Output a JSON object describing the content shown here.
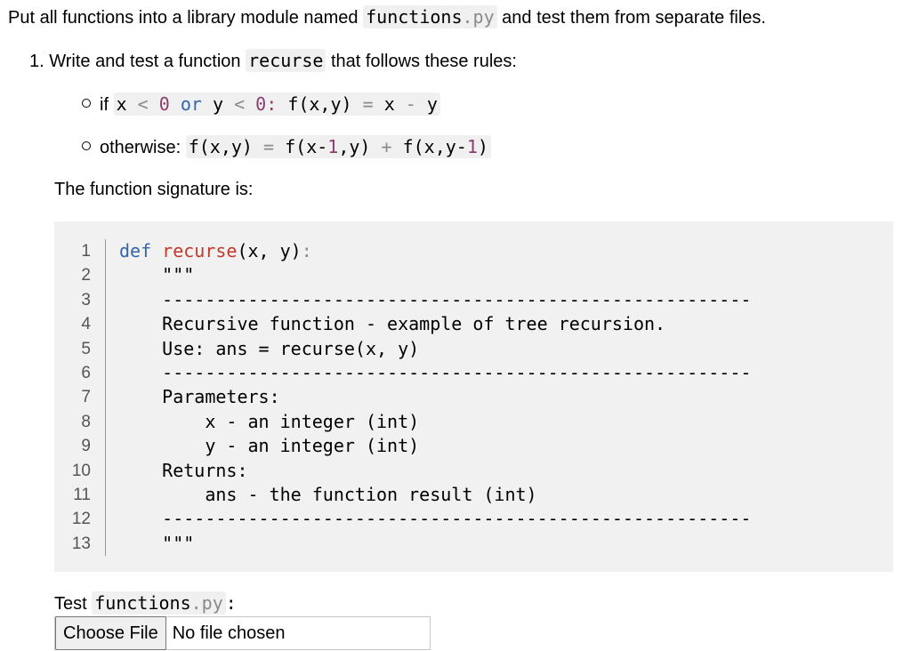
{
  "intro": {
    "prefix": "Put all functions into a library module named ",
    "module_name": "functions",
    "module_ext": ".py",
    "suffix": " and test them from separate files."
  },
  "step": {
    "number": "1.",
    "prefix": "Write and test a function ",
    "function_name": "recurse",
    "suffix": " that follows these rules:"
  },
  "rules": {
    "rule1": {
      "lead": "if ",
      "code": [
        "x",
        "<",
        "0",
        "or",
        "y",
        "<",
        "0:",
        "f(x,y)",
        "=",
        "x",
        "-",
        "y"
      ]
    },
    "rule2": {
      "lead": "otherwise: ",
      "lhs": "f(x,y)",
      "eq": "=",
      "t1_name": "f(x-",
      "t1_num": "1",
      "t1_tail": ",y)",
      "plus": "+",
      "t2_name": "f(x,y-",
      "t2_num": "1",
      "t2_tail": ")"
    }
  },
  "signature_text": "The function signature is:",
  "code": {
    "line_numbers": [
      "1",
      "2",
      "3",
      "4",
      "5",
      "6",
      "7",
      "8",
      "9",
      "10",
      "11",
      "12",
      "13"
    ],
    "def_kw": "def",
    "def_name": "recurse",
    "def_params": "(x, y)",
    "def_colon": ":",
    "lines": [
      "    \"\"\"",
      "    -------------------------------------------------------",
      "    Recursive function - example of tree recursion.",
      "    Use: ans = recurse(x, y)",
      "    -------------------------------------------------------",
      "    Parameters:",
      "        x - an integer (int)",
      "        y - an integer (int)",
      "    Returns:",
      "        ans - the function result (int)",
      "    -------------------------------------------------------",
      "    \"\"\""
    ]
  },
  "test": {
    "label_prefix": "Test ",
    "module_name": "functions",
    "module_ext": ".py",
    "label_suffix": ":",
    "choose_button": "Choose File",
    "file_status": "No file chosen"
  },
  "colors": {
    "keyword": "#3565a8",
    "function_name": "#c0392b",
    "docstring": "#6d9b2e",
    "number": "#8a3d6e",
    "operator": "#8a8a8a",
    "code_background": "#f1f1f1"
  }
}
